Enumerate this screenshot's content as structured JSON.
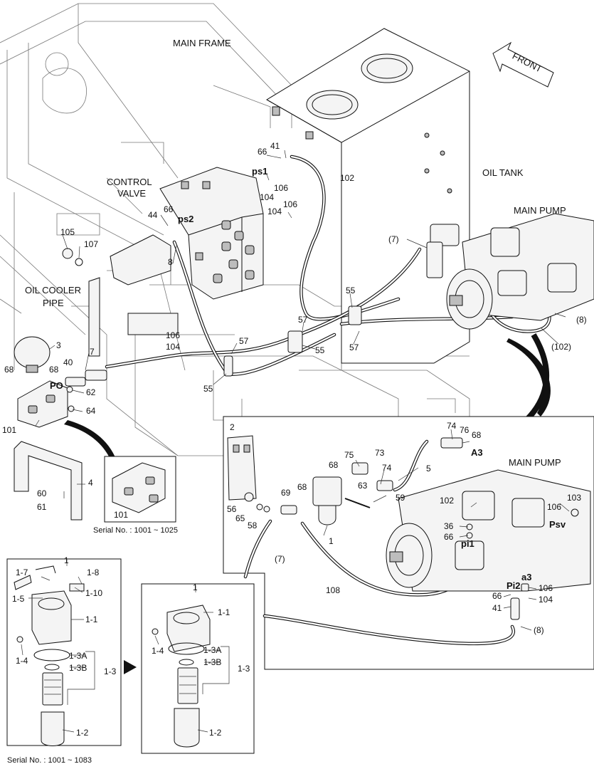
{
  "labels": {
    "main_frame": "MAIN FRAME",
    "front": "FRONT",
    "oil_tank": "OIL TANK",
    "main_pump_top": "MAIN PUMP",
    "main_pump_inset": "MAIN PUMP",
    "control_valve_1": "CONTROL",
    "control_valve_2": "VALVE",
    "oil_cooler_1": "OIL COOLER",
    "oil_cooler_2": "PIPE"
  },
  "serials": {
    "valve_inset": "Serial No. : 1001 ~ 1025",
    "filter_inset": "Serial No. : 1001 ~ 1083"
  },
  "ports": {
    "ps1": "ps1",
    "ps2": "ps2",
    "po": "PO",
    "a3_upper": "A3",
    "pi1": "pi1",
    "psv": "Psv",
    "pi2": "Pi2",
    "a3_lower": "a3"
  },
  "callouts": {
    "c66a": "66",
    "c41a": "41",
    "c102a": "102",
    "c106a": "106",
    "c104a": "104",
    "c106b": "106",
    "c104b": "104",
    "c66b": "66",
    "c44": "44",
    "c8a": "8",
    "c105": "105",
    "c107": "107",
    "c7a": "(7)",
    "c55a": "55",
    "c8b": "(8)",
    "c102b": "(102)",
    "c57a": "57",
    "c106c": "106",
    "c104c": "104",
    "c57b": "57",
    "c55b": "55",
    "c57c": "57",
    "c55c": "55",
    "c3": "3",
    "c68a": "68",
    "c68b": "68",
    "c40": "40",
    "c7b": "7",
    "c62": "62",
    "c64": "64",
    "c101a": "101",
    "c4": "4",
    "c60": "60",
    "c61": "61",
    "c101b": "101",
    "c2": "2",
    "c74a": "74",
    "c76": "76",
    "c68c": "68",
    "c75": "75",
    "c73": "73",
    "c68d": "68",
    "c74b": "74",
    "c5": "5",
    "c63": "63",
    "c59": "59",
    "c68e": "68",
    "c69": "69",
    "c56": "56",
    "c65": "65",
    "c58": "58",
    "c1a": "1",
    "c102c": "102",
    "c103": "103",
    "c106d": "106",
    "c36": "36",
    "c66c": "66",
    "c7c": "(7)",
    "c108": "108",
    "c106e": "106",
    "c104d": "104",
    "c66d": "66",
    "c41b": "41",
    "c8c": "(8)",
    "f1": "1",
    "f17": "1-7",
    "f18": "1-8",
    "f15": "1-5",
    "f110": "1-10",
    "f11": "1-1",
    "f14": "1-4",
    "f13A": "1-3A",
    "f13B": "1-3B",
    "f13": "1-3",
    "f12": "1-2",
    "g1": "1",
    "g11": "1-1",
    "g14": "1-4",
    "g13A": "1-3A",
    "g13B": "1-3B",
    "g13": "1-3",
    "g12": "1-2"
  }
}
